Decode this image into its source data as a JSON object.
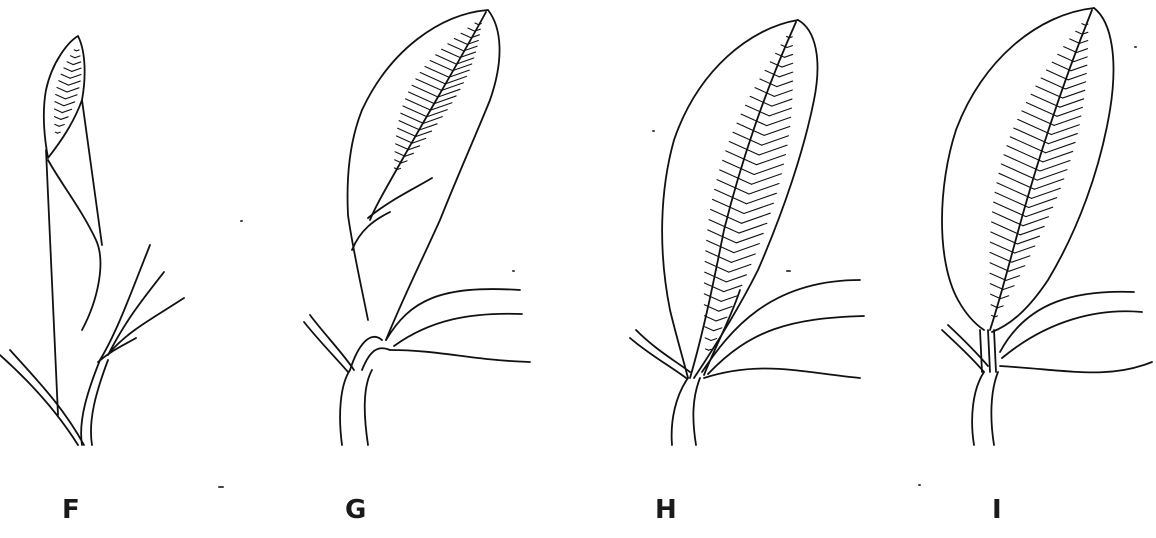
{
  "figure": {
    "panels": [
      {
        "label": "F"
      },
      {
        "label": "G"
      },
      {
        "label": "H"
      },
      {
        "label": "I"
      }
    ]
  }
}
